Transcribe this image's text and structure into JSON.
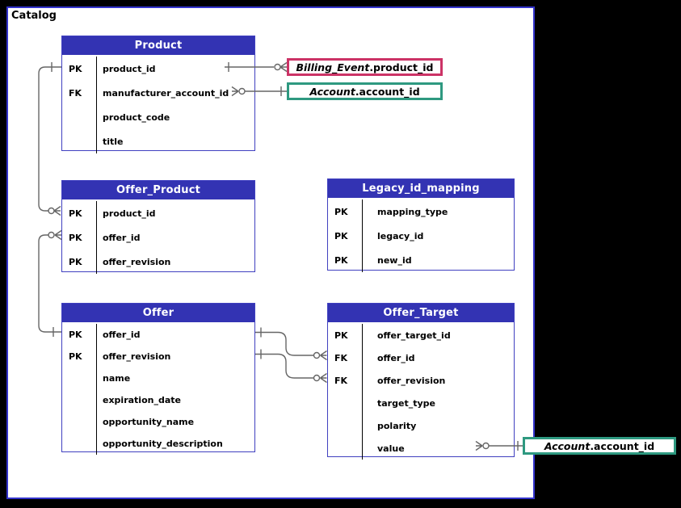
{
  "diagram": {
    "title": "Catalog"
  },
  "colors": {
    "canvas_bg": "#000000",
    "paper_bg": "#ffffff",
    "frame_border": "#3333cc",
    "table_header_bg": "#3333b3",
    "table_border": "#4040c0",
    "connector": "#666666",
    "billing_ref_border": "#cc3366",
    "account_ref_border": "#2e9980"
  },
  "tables": [
    {
      "title": "Product",
      "rows": [
        {
          "key": "PK",
          "field": "product_id"
        },
        {
          "key": "FK",
          "field": "manufacturer_account_id"
        },
        {
          "key": "",
          "field": "product_code"
        },
        {
          "key": "",
          "field": "title"
        }
      ]
    },
    {
      "title": "Offer_Product",
      "rows": [
        {
          "key": "PK",
          "field": "product_id"
        },
        {
          "key": "PK",
          "field": "offer_id"
        },
        {
          "key": "PK",
          "field": "offer_revision"
        }
      ]
    },
    {
      "title": "Legacy_id_mapping",
      "rows": [
        {
          "key": "PK",
          "field": "mapping_type"
        },
        {
          "key": "PK",
          "field": "legacy_id"
        },
        {
          "key": "PK",
          "field": "new_id"
        }
      ]
    },
    {
      "title": "Offer",
      "rows": [
        {
          "key": "PK",
          "field": "offer_id"
        },
        {
          "key": "PK",
          "field": "offer_revision"
        },
        {
          "key": "",
          "field": "name"
        },
        {
          "key": "",
          "field": "expiration_date"
        },
        {
          "key": "",
          "field": "opportunity_name"
        },
        {
          "key": "",
          "field": "opportunity_description"
        }
      ]
    },
    {
      "title": "Offer_Target",
      "rows": [
        {
          "key": "PK",
          "field": "offer_target_id"
        },
        {
          "key": "FK",
          "field": "offer_id"
        },
        {
          "key": "FK",
          "field": "offer_revision"
        },
        {
          "key": "",
          "field": "target_type"
        },
        {
          "key": "",
          "field": "polarity"
        },
        {
          "key": "",
          "field": "value"
        }
      ]
    }
  ],
  "external_refs": [
    {
      "entity": "Billing_Event",
      "field": ".product_id"
    },
    {
      "entity": "Account",
      "field": ".account_id"
    },
    {
      "entity": "Account",
      "field": ".account_id"
    }
  ]
}
